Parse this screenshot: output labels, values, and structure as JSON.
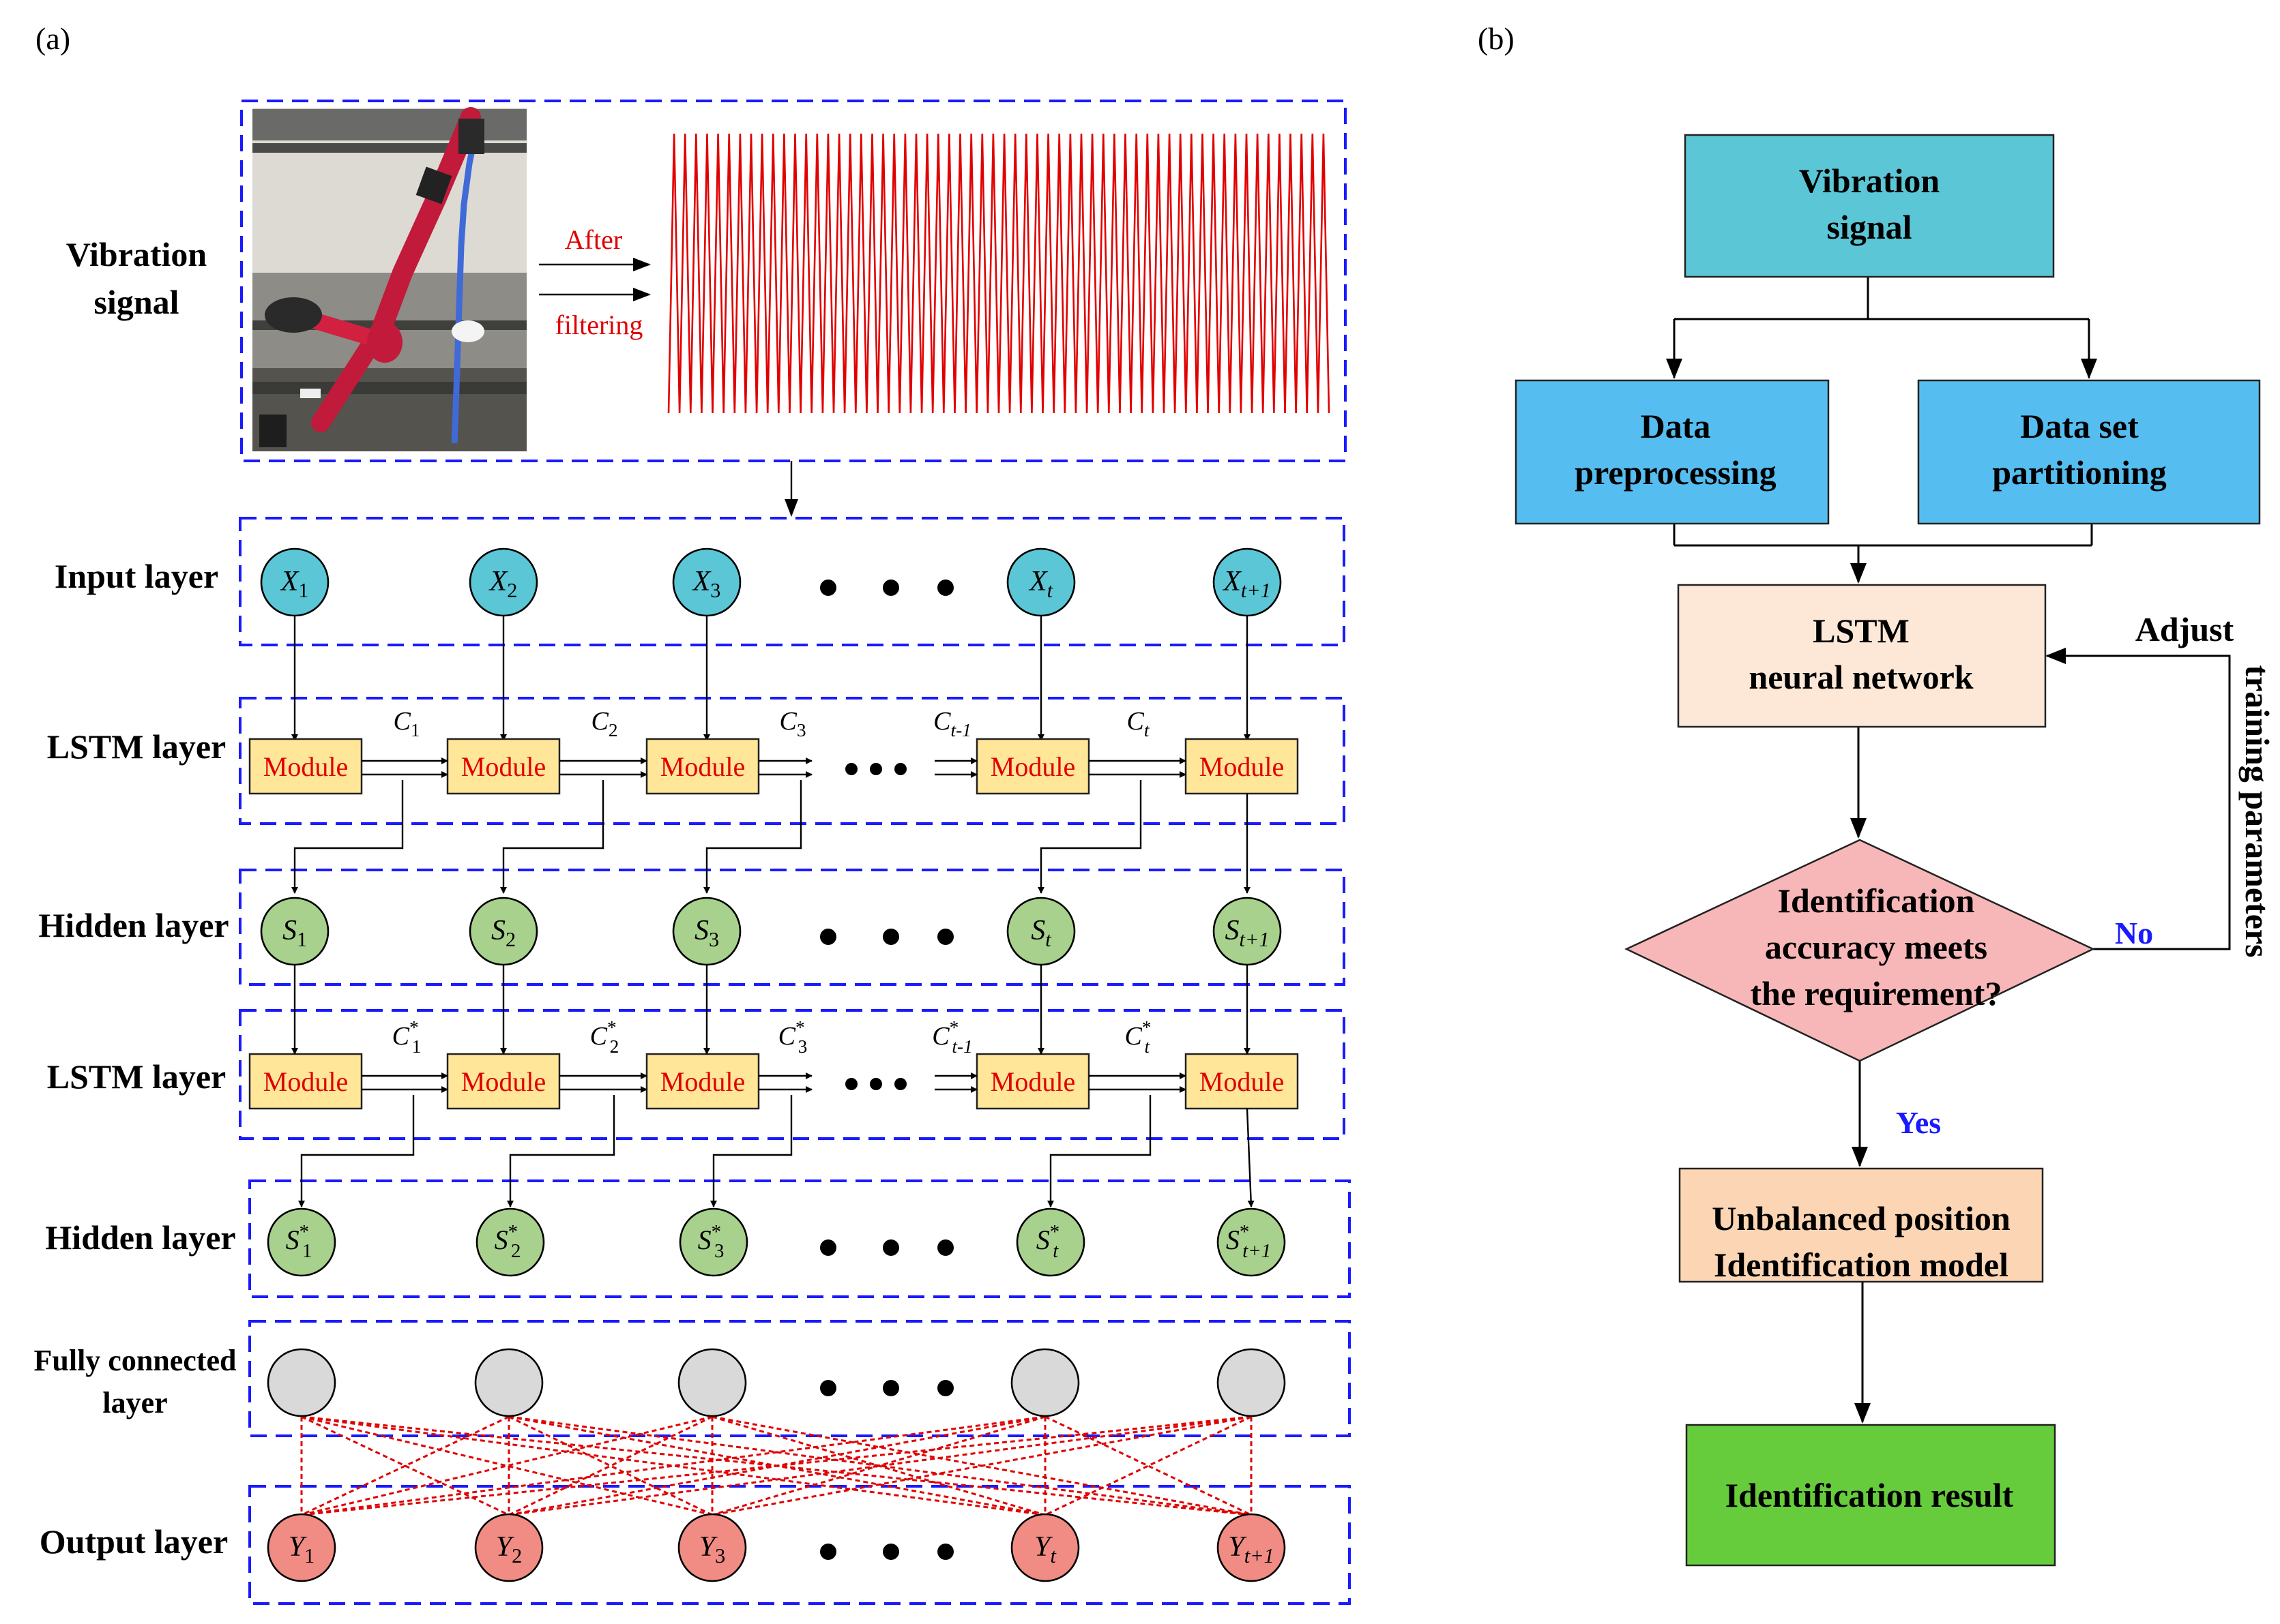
{
  "panel_a": {
    "label": "(a)",
    "rows": {
      "vibration": "Vibration\nsignal",
      "input": "Input layer",
      "lstm1": "LSTM layer",
      "hidden1": "Hidden layer",
      "lstm2": "LSTM layer",
      "hidden2": "Hidden layer",
      "fc": "Fully connected\nlayer",
      "output": "Output  layer"
    },
    "arrow_text_top": "After",
    "arrow_text_bottom": "filtering",
    "module_label": "Module",
    "input_nodes": [
      {
        "sym": "X",
        "sub": "1"
      },
      {
        "sym": "X",
        "sub": "2"
      },
      {
        "sym": "X",
        "sub": "3"
      },
      {
        "sym": "X",
        "sub": "t"
      },
      {
        "sym": "X",
        "sub": "t+1"
      }
    ],
    "lstm1_cells": [
      {
        "sym": "C",
        "sub": "1"
      },
      {
        "sym": "C",
        "sub": "2"
      },
      {
        "sym": "C",
        "sub": "3"
      },
      {
        "sym": "C",
        "sub": "t-1"
      },
      {
        "sym": "C",
        "sub": "t"
      }
    ],
    "hidden1_nodes": [
      {
        "sym": "S",
        "sub": "1"
      },
      {
        "sym": "S",
        "sub": "2"
      },
      {
        "sym": "S",
        "sub": "3"
      },
      {
        "sym": "S",
        "sub": "t"
      },
      {
        "sym": "S",
        "sub": "t+1"
      }
    ],
    "lstm2_cells": [
      {
        "sym": "C",
        "sup": "*",
        "sub": "1"
      },
      {
        "sym": "C",
        "sup": "*",
        "sub": "2"
      },
      {
        "sym": "C",
        "sup": "*",
        "sub": "3"
      },
      {
        "sym": "C",
        "sup": "*",
        "sub": "t-1"
      },
      {
        "sym": "C",
        "sup": "*",
        "sub": "t"
      }
    ],
    "hidden2_nodes": [
      {
        "sym": "S",
        "sup": "*",
        "sub": "1"
      },
      {
        "sym": "S",
        "sup": "*",
        "sub": "2"
      },
      {
        "sym": "S",
        "sup": "*",
        "sub": "3"
      },
      {
        "sym": "S",
        "sup": "*",
        "sub": "t"
      },
      {
        "sym": "S",
        "sup": "*",
        "sub": "t+1"
      }
    ],
    "output_nodes": [
      {
        "sym": "Y",
        "sub": "1"
      },
      {
        "sym": "Y",
        "sub": "2"
      },
      {
        "sym": "Y",
        "sub": "3"
      },
      {
        "sym": "Y",
        "sub": "t"
      },
      {
        "sym": "Y",
        "sub": "t+1"
      }
    ],
    "colors": {
      "input_node": "#5bc6d6",
      "hidden_node": "#a9d18e",
      "fc_node": "#d9d9d9",
      "output_node": "#f08c84",
      "module_fill": "#ffe699",
      "dashed_border": "#1a1aff",
      "signal": "#e00000",
      "fc_lines": "#e00000"
    }
  },
  "panel_b": {
    "label": "(b)",
    "vibration": "Vibration\nsignal",
    "preprocessing": "Data\npreprocessing",
    "partitioning": "Data set\npartitioning",
    "lstm": "LSTM\nneural network",
    "decision": "Identification\naccuracy meets\nthe requirement?",
    "no": "No",
    "yes": "Yes",
    "adjust": "Adjust",
    "training": "training parameters",
    "model": "Unbalanced position\nIdentification  model",
    "result": "Identification result",
    "colors": {
      "vibration": "#5bc6d6",
      "data_boxes": "#56bdf0",
      "lstm": "#fde8d8",
      "decision": "#f7b7b8",
      "model": "#fbd5b4",
      "result": "#67cc3c",
      "yes_no": "#1a1aff"
    }
  }
}
